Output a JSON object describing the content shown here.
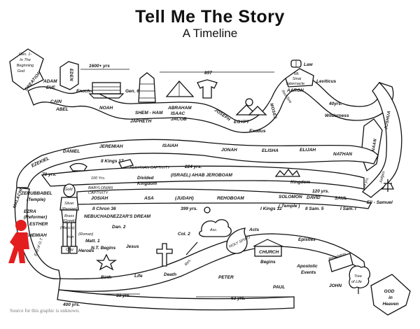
{
  "title": "Tell Me The Story",
  "subtitle": "A Timeline",
  "source_note": "Source for this graphic is unknown.",
  "accent_color": "#e41e1e",
  "labels": {
    "gen1": "Gen. 1-",
    "in_the_beginning": "In The",
    "beginning": "Beginning",
    "god": "God",
    "creation": "CREATION",
    "eden": "EDEN",
    "adam": "ADAM",
    "eve": "EVE",
    "cain": "CAIN",
    "abel": "ABEL",
    "yrs_1600": "1600+ yrs",
    "enoch": "Enoch",
    "noah": "NOAH",
    "gen6": "Gen. 6",
    "shem_ham": "SHEM - HAM",
    "japheth": "JAPHETH",
    "abraham": "ABRAHAM",
    "isaac": "ISAAC",
    "jacob": "JACOB",
    "yrs_857": "857",
    "joseph": "JOSEPH",
    "egypt": "EGYPT",
    "exodus": "Exodus",
    "moses": "MOSES",
    "red_sea": "Red Sea",
    "law": "Law",
    "mt_sinai": "Mt.",
    "sinai": "Sinai",
    "tabernacle": "Tabernacle",
    "aaron": "AARON",
    "leviticus": "Leviticus",
    "forty_yrs": "40yrs.",
    "wilderness": "Wilderness",
    "joshua": "JOSHUA",
    "canaan": "CANAAN",
    "judges": "Judges",
    "ezekiel": "EZEKIEL",
    "daniel": "DANIEL",
    "jeremiah": "JEREMIAH",
    "isaiah": "ISAIAH",
    "jonah": "JONAH",
    "elisha": "ELISHA",
    "elijah": "ELIJAH",
    "nathan": "NATHAN",
    "ii_kings_17": "II Kings 17",
    "assyrian_captivity": "ASSYRIAN CAPTIVITY",
    "yrs_224": "224 yrs.",
    "yrs_70": "70 yrs.",
    "israel_ahab": "(ISRAEL) AHAB JEROBOAM",
    "yrs_100": "100 Yrs.",
    "divided": "Divided",
    "kingdom": "Kingdom",
    "kingdom2": "Kingdom",
    "yrs_120": "120 yrs.",
    "yrs_305": "305 yrs.",
    "malachi": "MALACHI",
    "zerubbabel": "ZERUBBABEL",
    "temple": "(Temple)",
    "gold": "Gold",
    "babylonian": "BABYLONIAN",
    "captivity": "CAPTIVITY",
    "josiah": "JOSIAH",
    "asa": "ASA",
    "judah": "(JUDAH)",
    "rehoboam": "REHOBOAM",
    "solomon": "SOLOMON",
    "david": "DAVID",
    "saul": "SAUL",
    "eli_samuel": "Eli - Samuel",
    "temple2": "( Temple )",
    "ii_chron_36": "II Chron 36",
    "yrs_399": "399 yrs.",
    "i_kings_12": "I Kings 12",
    "ii_sam_5": "II Sam. 5",
    "i_sam_1": "I Sam. I",
    "ezra": "EZRA",
    "reformer": "(Reformer)",
    "esther": "ESTHER",
    "nehemiah": "NEHEMIAH",
    "silver": "Silver",
    "persian": "(Persian)",
    "brass": "Brass",
    "greek": "(Greek)",
    "maccs": "(Macc's)",
    "iron": "Iron",
    "roman": "(Roman)",
    "herods": "Herods",
    "clay": "Clay",
    "nebuchadnezzar": "NEBUCHADNEZZAR'S DREAM",
    "dan2": "Dan. 2",
    "matt1": "Matt. 1",
    "nt_begins": "N.T. Begins",
    "jesus": "Jesus",
    "birth": "Birth",
    "life": "Life",
    "death": "Death",
    "col2": "Col. 2",
    "res": "Res.",
    "asc": "Asc.",
    "acts": "Acts",
    "holy_spirit": "HOLY SPIRIT",
    "church": "CHURCH",
    "begins": "Begins",
    "peter": "PETER",
    "paul": "PAUL",
    "epistles": "Epistles",
    "apostolic": "Apostolic",
    "events": "Events",
    "revelation": "Revelation",
    "tree_of": "Tree",
    "of_life": "of Life",
    "john": "JOHN",
    "god_in": "GOD",
    "in_heaven": "in",
    "heaven": "Heaven",
    "yrs_400": "400 yrs.",
    "yrs_33": "33 yrs.",
    "yrs_63": "63 yrs.",
    "end_of_ot": "End of O.T."
  }
}
